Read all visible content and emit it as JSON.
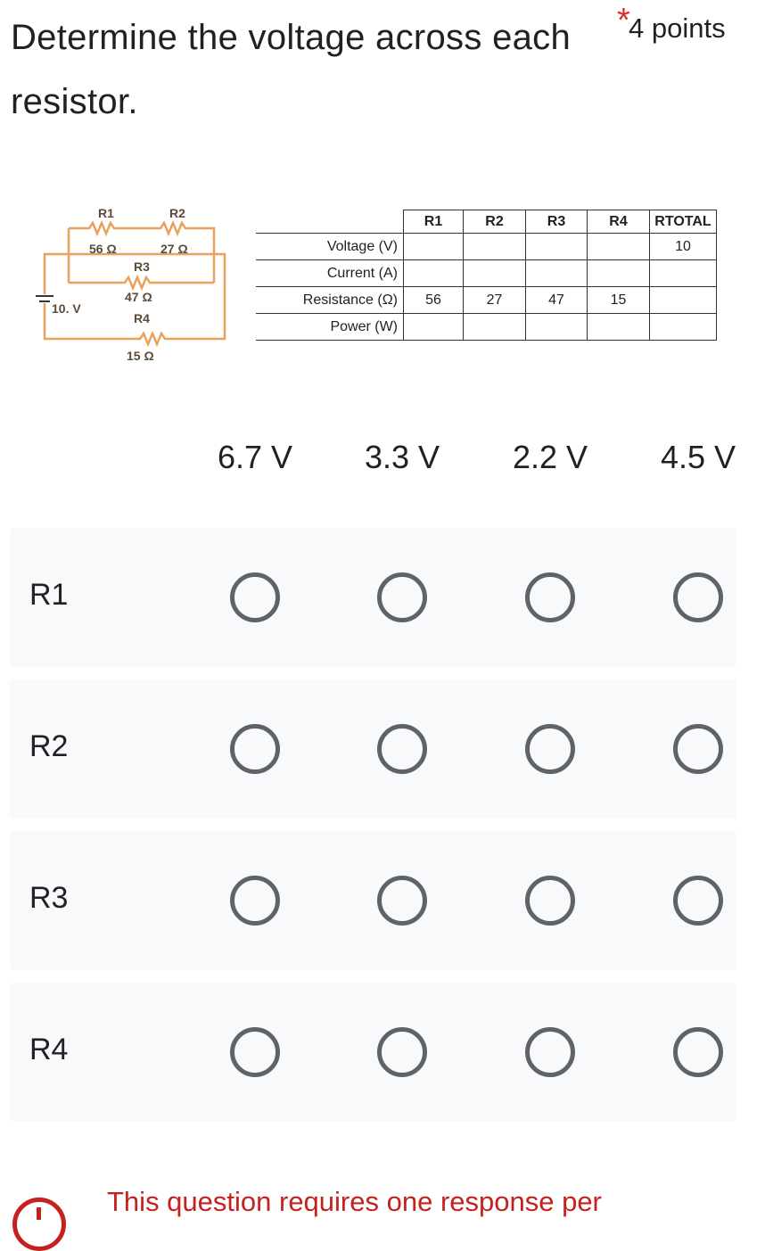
{
  "question": {
    "title": "Determine the voltage across each resistor.",
    "required_mark": "*",
    "points": "4 points"
  },
  "circuit": {
    "source": "10. V",
    "resistors": [
      {
        "name": "R1",
        "value": "56 Ω"
      },
      {
        "name": "R2",
        "value": "27 Ω"
      },
      {
        "name": "R3",
        "value": "47 Ω"
      },
      {
        "name": "R4",
        "value": "15 Ω"
      }
    ],
    "wire_color": "#e8a25c"
  },
  "table": {
    "headers": [
      "R1",
      "R2",
      "R3",
      "R4",
      "RTOTAL"
    ],
    "rows": [
      {
        "label": "Voltage (V)",
        "cells": [
          "",
          "",
          "",
          "",
          "10"
        ]
      },
      {
        "label": "Current (A)",
        "cells": [
          "",
          "",
          "",
          "",
          ""
        ]
      },
      {
        "label": "Resistance (Ω)",
        "cells": [
          "56",
          "27",
          "47",
          "15",
          ""
        ]
      },
      {
        "label": "Power (W)",
        "cells": [
          "",
          "",
          "",
          "",
          ""
        ]
      }
    ]
  },
  "grid": {
    "columns": [
      "6.7 V",
      "3.3 V",
      "2.2 V",
      "4.5 V"
    ],
    "rows": [
      "R1",
      "R2",
      "R3",
      "R4"
    ]
  },
  "warning": "This question requires one response per"
}
